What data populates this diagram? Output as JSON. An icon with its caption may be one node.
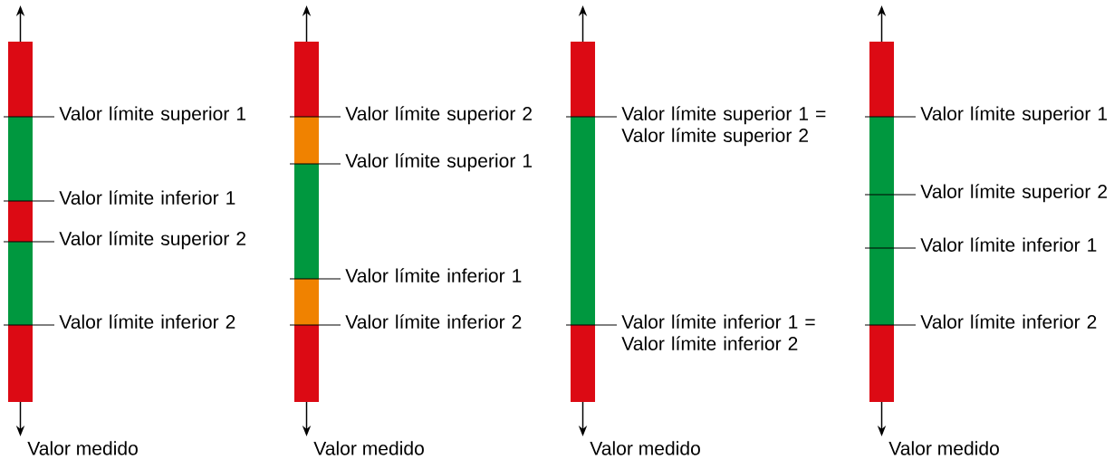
{
  "diagram": {
    "nodes": [
      {
        "text": [],
        "shape": "bar",
        "beside": [
          "Valor límite superior 1",
          "Valor límite inferior 1",
          "Valor límite superior 2",
          "Valor límite inferior 2"
        ]
      },
      {
        "text": [],
        "shape": "bar",
        "beside": [
          "Valor límite superior 2",
          "Valor límite superior 1",
          "Valor límite inferior 1",
          "Valor límite inferior 2"
        ]
      },
      {
        "text": [],
        "shape": "bar",
        "beside": [
          "Valor límite superior 1 = Valor límite superior 2",
          "Valor límite inferior 1 = Valor límite inferior 2"
        ]
      },
      {
        "text": [],
        "shape": "bar",
        "beside": [
          "Valor límite superior 1",
          "Valor límite superior 2",
          "Valor límite inferior 1",
          "Valor límite inferior 2"
        ]
      }
    ],
    "labels": [
      "Valor medido",
      "Valor medido",
      "Valor medido",
      "Valor medido"
    ]
  }
}
